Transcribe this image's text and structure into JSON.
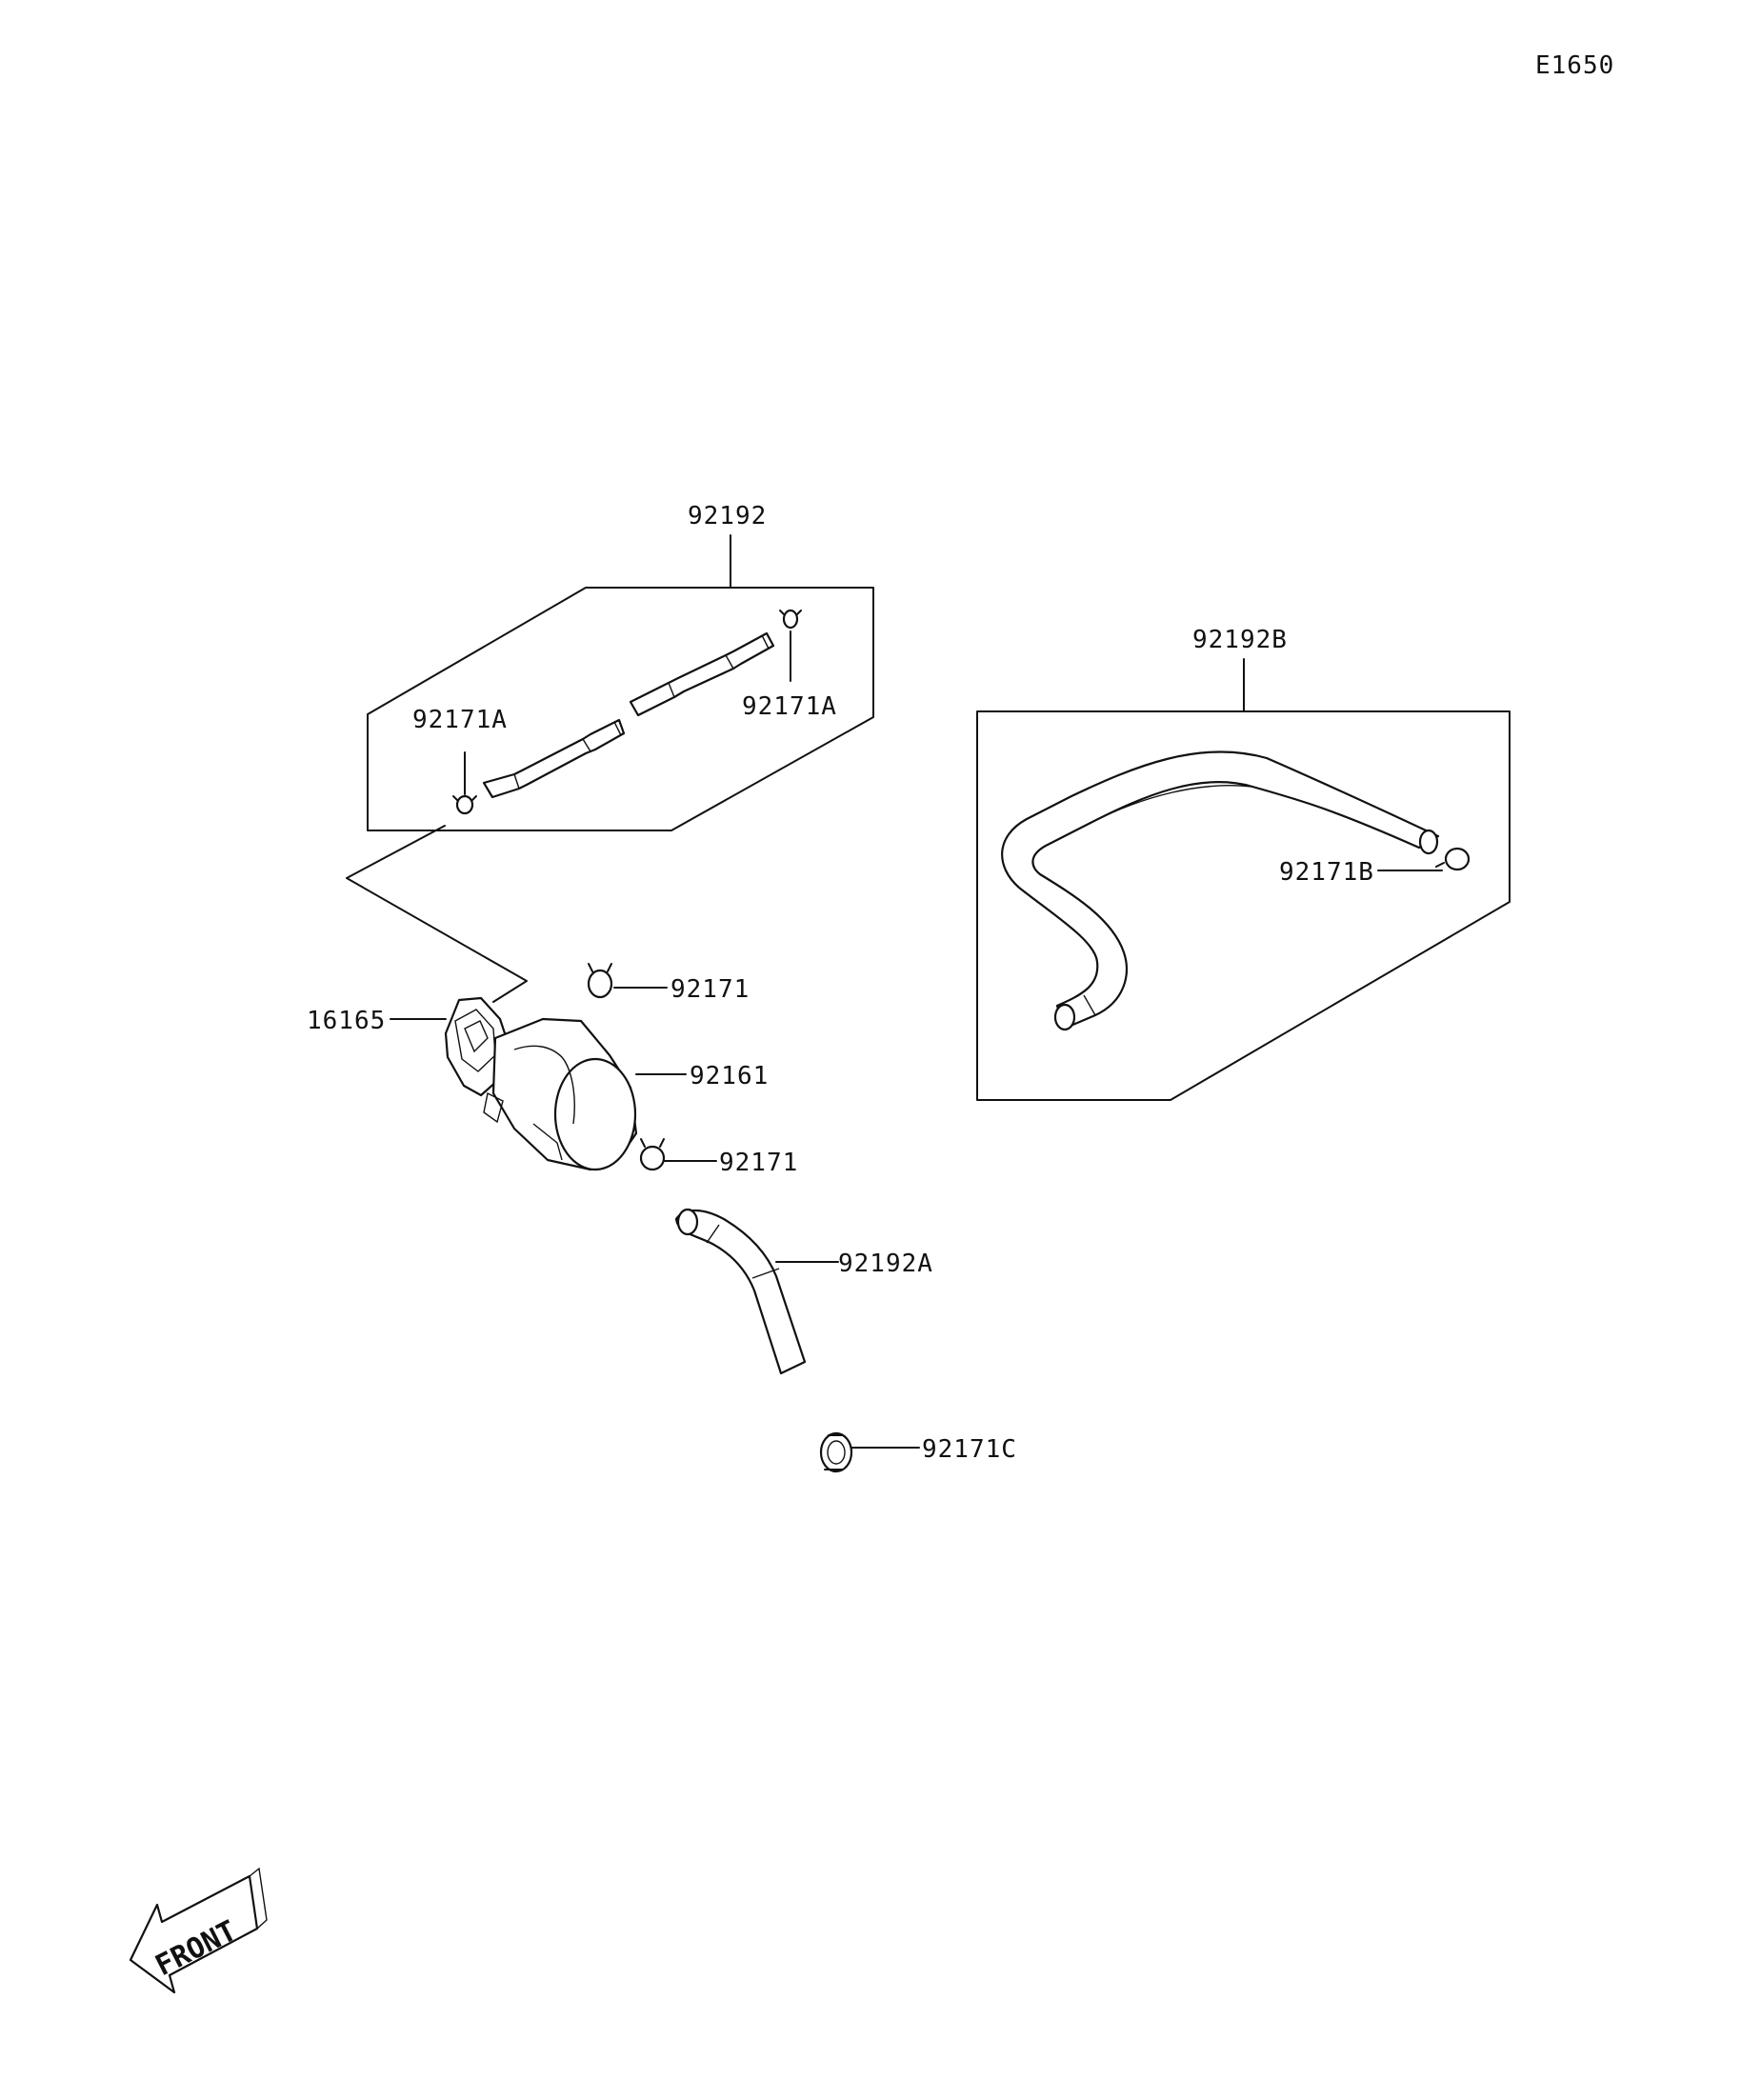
{
  "diagram_id": "E1650",
  "front_label": "FRONT",
  "parts": {
    "hose_set_top": "92192",
    "clamp_top_left": "92171A",
    "clamp_top_right": "92171A",
    "hose_right": "92192B",
    "clamp_right": "92171B",
    "clamp_upper": "92171",
    "valve": "16165",
    "filter": "92161",
    "clamp_lower": "92171",
    "hose_bent": "92192A",
    "clamp_bottom": "92171C"
  }
}
